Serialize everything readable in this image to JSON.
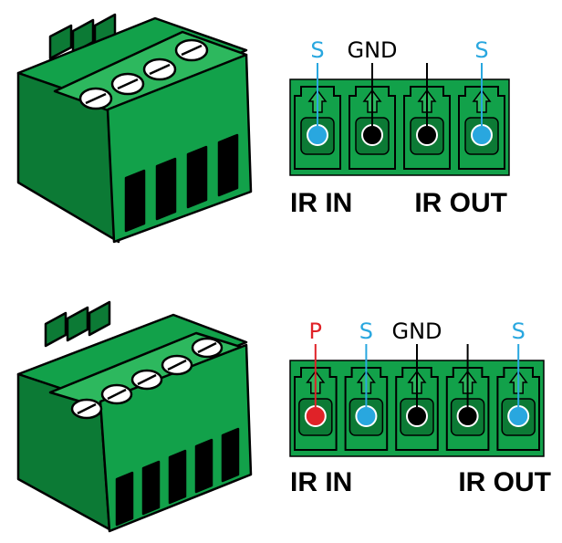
{
  "colors": {
    "green": "#12A14A",
    "green_dark": "#0C7A35",
    "green_light": "#2DB85E",
    "outline": "#000000",
    "signal_blue": "#29A7DF",
    "power_red": "#E02228",
    "ground_black": "#000000"
  },
  "block_3pin": {
    "pins": [
      {
        "label": "S",
        "kind": "signal"
      },
      {
        "label": "GND",
        "kind": "ground"
      },
      {
        "label": "",
        "kind": "ground"
      },
      {
        "label": "S",
        "kind": "signal"
      }
    ],
    "left_caption": "IR IN",
    "right_caption": "IR OUT"
  },
  "block_5pin": {
    "pins": [
      {
        "label": "P",
        "kind": "power"
      },
      {
        "label": "S",
        "kind": "signal"
      },
      {
        "label": "GND",
        "kind": "ground"
      },
      {
        "label": "",
        "kind": "ground"
      },
      {
        "label": "S",
        "kind": "signal"
      }
    ],
    "left_caption": "IR IN",
    "right_caption": "IR OUT"
  }
}
